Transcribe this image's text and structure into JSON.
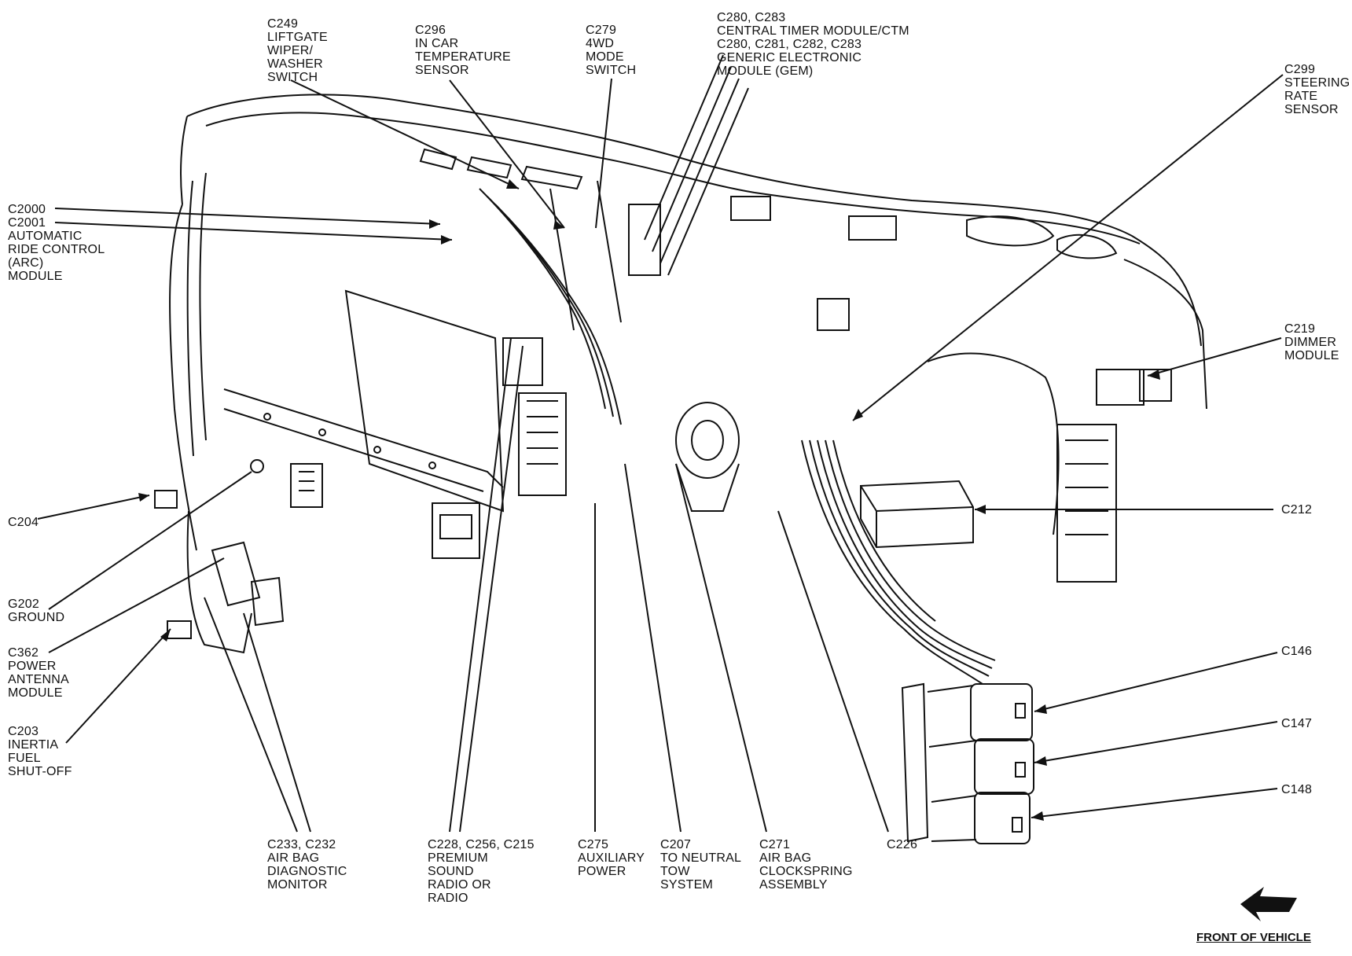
{
  "labels": {
    "c249": "C249\nLIFTGATE\nWIPER/\nWASHER\nSWITCH",
    "c296": "C296\nIN CAR\nTEMPERATURE\nSENSOR",
    "c279": "C279\n4WD\nMODE\nSWITCH",
    "c280": "C280, C283\nCENTRAL TIMER MODULE/CTM\nC280, C281, C282, C283\nGENERIC ELECTRONIC\nMODULE (GEM)",
    "c299": "C299\nSTEERING\nRATE\nSENSOR",
    "c2000": "C2000\nC2001\nAUTOMATIC\nRIDE CONTROL\n(ARC)\nMODULE",
    "c219": "C219\nDIMMER\nMODULE",
    "c204": "C204",
    "c212": "C212",
    "g202": "G202\nGROUND",
    "c362": "C362\nPOWER\nANTENNA\nMODULE",
    "c203": "C203\nINERTIA\nFUEL\nSHUT-OFF",
    "c146": "C146",
    "c147": "C147",
    "c148": "C148",
    "c233": "C233, C232\nAIR BAG\nDIAGNOSTIC\nMONITOR",
    "c228": "C228, C256, C215\nPREMIUM\nSOUND\nRADIO OR\nRADIO",
    "c275": "C275\nAUXILIARY\nPOWER",
    "c207": "C207\nTO NEUTRAL\nTOW\nSYSTEM",
    "c271": "C271\nAIR BAG\nCLOCKSPRING\nASSEMBLY",
    "c226": "C226"
  },
  "front_of_vehicle": "FRONT OF VEHICLE",
  "colors": {
    "ink": "#111111",
    "background": "#ffffff"
  }
}
